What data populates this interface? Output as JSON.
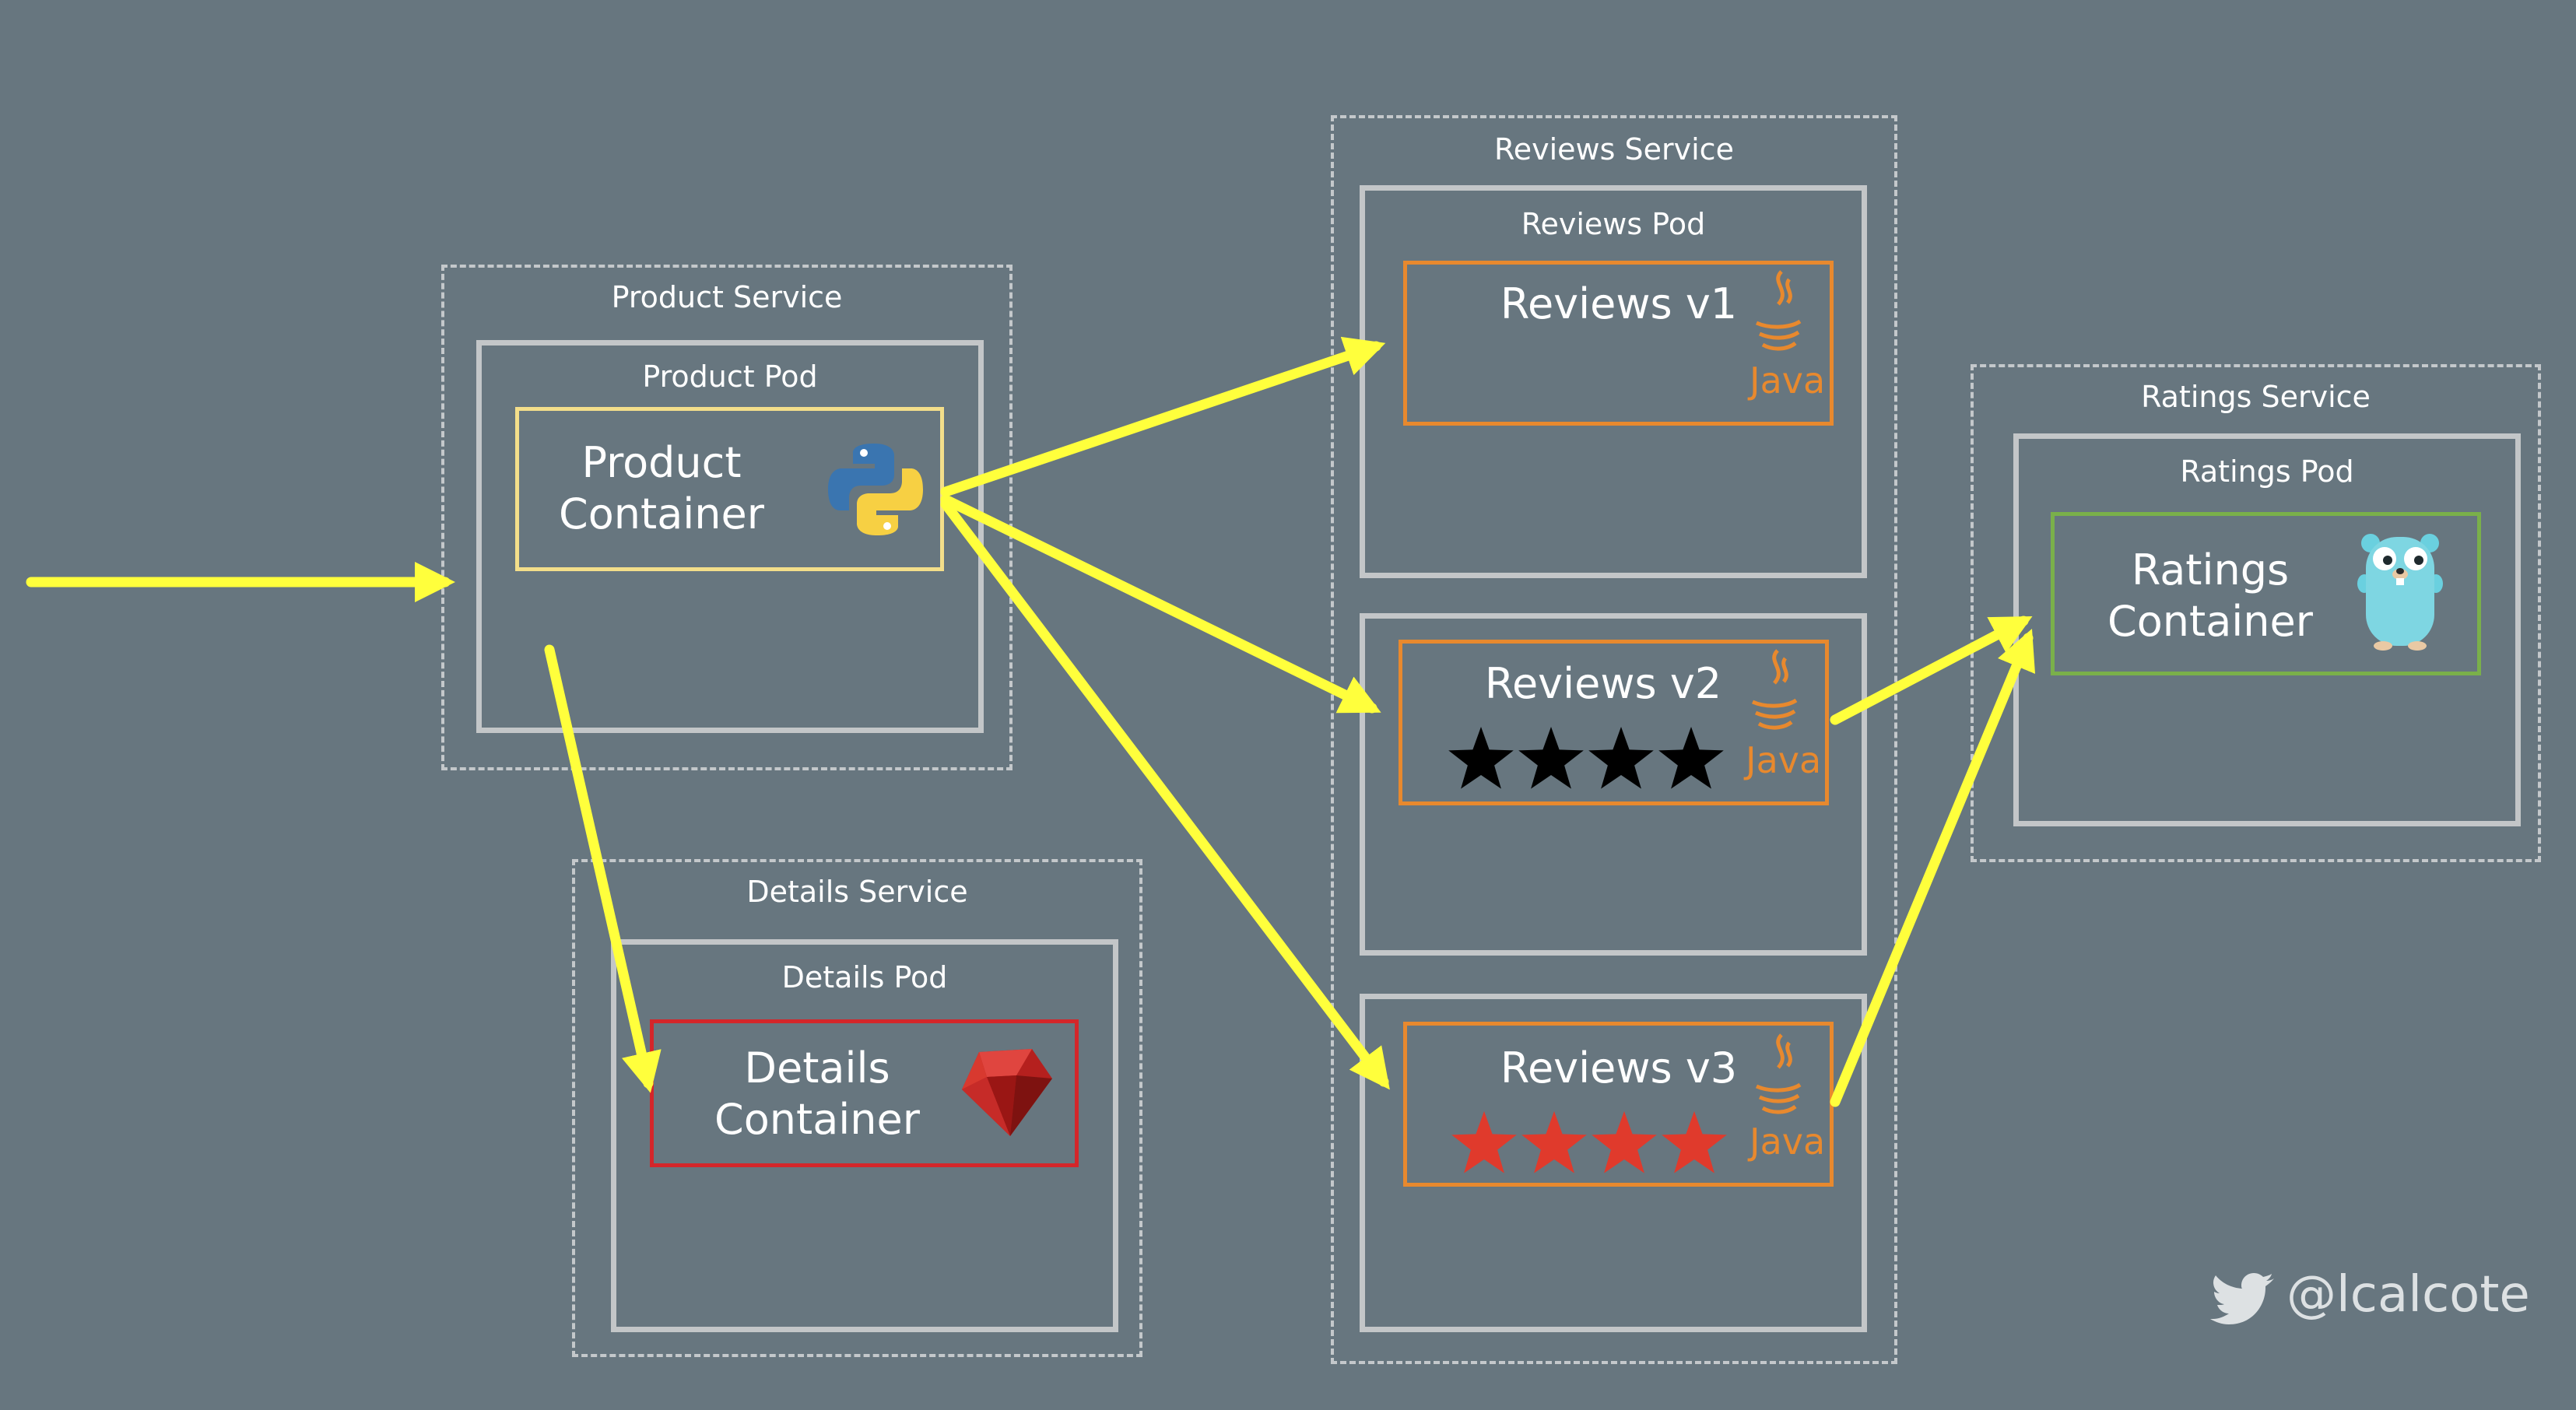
{
  "product": {
    "service_label": "Product Service",
    "pod_label": "Product Pod",
    "container_line1": "Product",
    "container_line2": "Container",
    "icon": "python-icon"
  },
  "details": {
    "service_label": "Details Service",
    "pod_label": "Details Pod",
    "container_line1": "Details",
    "container_line2": "Container",
    "icon": "ruby-icon"
  },
  "reviews": {
    "service_label": "Reviews Service",
    "pod_label": "Reviews Pod",
    "v1": {
      "label": "Reviews v1",
      "tech": "Java"
    },
    "v2": {
      "label": "Reviews v2",
      "tech": "Java",
      "stars": 4,
      "star_color": "#000000"
    },
    "v3": {
      "label": "Reviews v3",
      "tech": "Java",
      "stars": 4,
      "star_color": "#e03a2c"
    }
  },
  "ratings": {
    "service_label": "Ratings Service",
    "pod_label": "Ratings Pod",
    "container_line1": "Ratings",
    "container_line2": "Container",
    "icon": "gopher-icon"
  },
  "credit": {
    "handle": "@lcalcote",
    "icon": "twitter-icon"
  },
  "colors": {
    "background": "#67767f",
    "arrow": "#ffff3c",
    "product_border": "#f3de8a",
    "details_border": "#d4262a",
    "reviews_border": "#e8892e",
    "ratings_border": "#7ab04a"
  }
}
